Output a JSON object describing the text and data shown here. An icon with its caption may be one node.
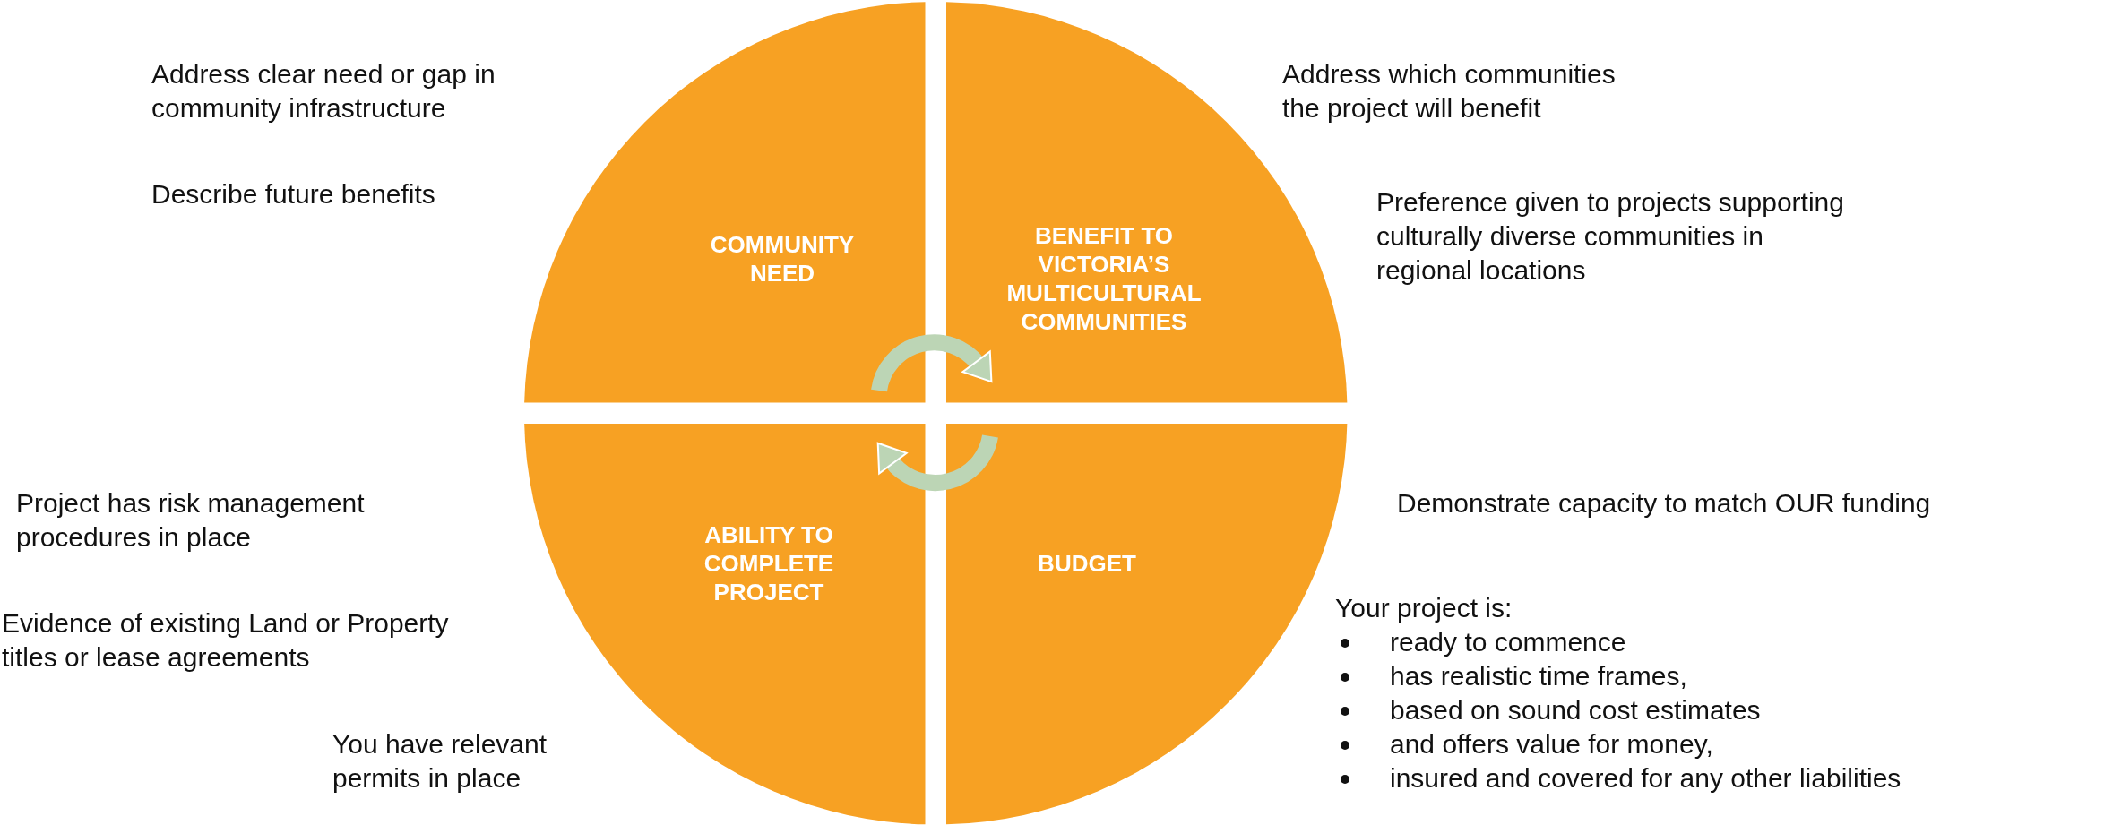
{
  "diagram": {
    "nodes": [
      {
        "text": [
          "COMMUNITY NEED"
        ],
        "beside": [
          "Address clear need or gap in community infrastructure",
          "Describe future benefits"
        ]
      },
      {
        "text": [
          "BENEFIT TO VICTORIA’S MULTICULTURAL COMMUNITIES"
        ],
        "beside": [
          "Address which communities the project will benefit",
          "Preference given to projects supporting culturally diverse communities in regional locations"
        ]
      },
      {
        "text": [
          "ABILITY TO COMPLETE PROJECT"
        ],
        "beside": [
          "Project has risk management procedures in place",
          "Evidence of existing Land or Property titles or lease agreements",
          "You have relevant permits in place"
        ]
      },
      {
        "text": [
          "BUDGET"
        ],
        "beside": [
          "Demonstrate capacity to match OUR funding",
          "Your project is:",
          "ready to commence",
          "has realistic time frames,",
          "based on sound cost estimates",
          "and offers value for money,",
          "insured and covered for any other liabilities"
        ]
      }
    ],
    "edges": [
      {
        "from": 0,
        "to": 1,
        "arrow": "to"
      },
      {
        "from": 3,
        "to": 2,
        "arrow": "to"
      }
    ]
  }
}
